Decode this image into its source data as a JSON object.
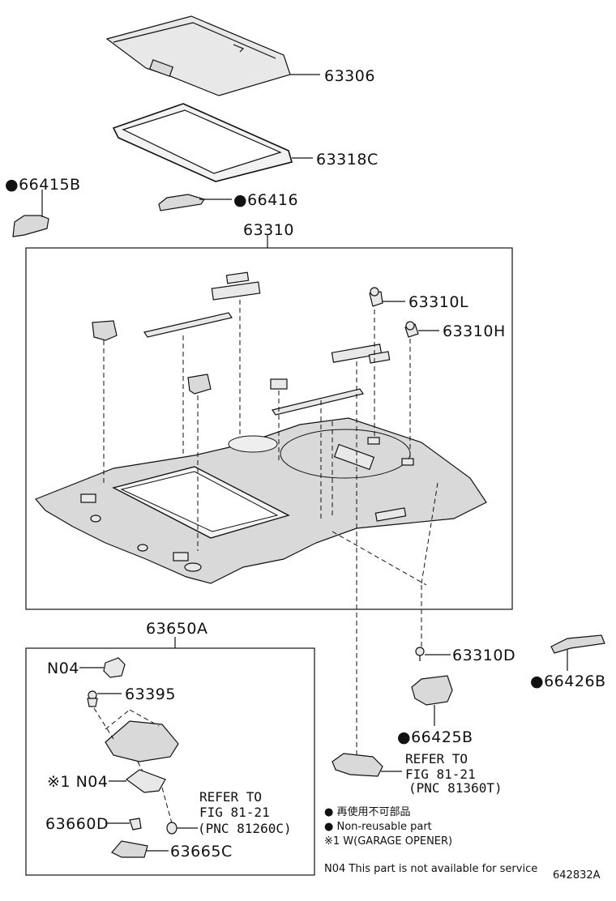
{
  "callouts": {
    "p63306": "63306",
    "p63318c": "63318C",
    "p66415b": "66415B",
    "p66416": "66416",
    "p63310": "63310",
    "p63310l": "63310L",
    "p63310h": "63310H",
    "p63310d": "63310D",
    "p66426b": "66426B",
    "p66425b": "66425B",
    "p63650a": "63650A",
    "n04a": "N04",
    "p63395": "63395",
    "n04b": "N04",
    "n04b_mark": "※1",
    "p63660d": "63660D",
    "p63665c": "63665C"
  },
  "references": {
    "ref_right": {
      "line1": "REFER TO",
      "line2": "FIG 81-21",
      "line3": "(PNC 81360T)"
    },
    "ref_left": {
      "line1": "REFER TO",
      "line2": "FIG 81-21",
      "line3": "(PNC 81260C)"
    }
  },
  "legend": {
    "item1": "● 再使用不可部品",
    "item2": "● Non-reusable part",
    "item3": "※1 W(GARAGE OPENER)",
    "n04_note": "N04 This part is not available for service"
  },
  "figure_id": "642832A",
  "markers": {
    "non_reusable": "●"
  }
}
